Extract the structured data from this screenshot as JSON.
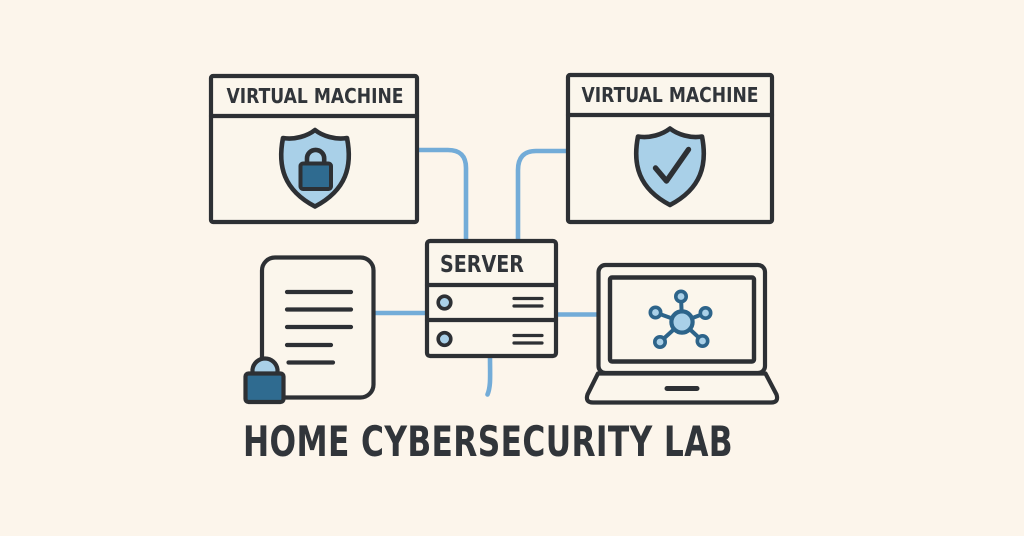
{
  "title": "HOME CYBERSECURITY LAB",
  "nodes": {
    "vm_left": {
      "label": "VIRTUAL MACHINE",
      "icon": "shield-lock-icon"
    },
    "vm_right": {
      "label": "VIRTUAL MACHINE",
      "icon": "shield-check-icon"
    },
    "server": {
      "label": "SERVER",
      "icon": "server-rack-icon"
    },
    "document": {
      "icon": "locked-document-icon"
    },
    "laptop": {
      "icon": "laptop-network-hub-icon"
    }
  },
  "colors": {
    "background": "#fcf5eb",
    "outline": "#2d3034",
    "connector_blue": "#73acd8",
    "light_blue": "#a9d0e8",
    "dark_blue": "#2d648a",
    "lock_body_blue": "#2f6b90",
    "title_text": "#31353a"
  }
}
